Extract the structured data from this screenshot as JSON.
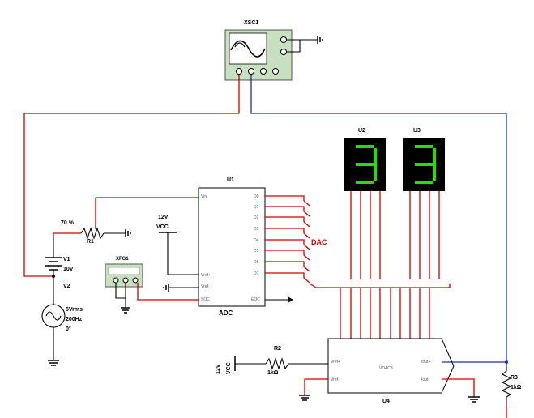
{
  "components": {
    "xsc1": {
      "label": "XSC1"
    },
    "u2": {
      "label": "U2",
      "digit": "3"
    },
    "u3": {
      "label": "U3",
      "digit": "3"
    },
    "u1": {
      "label": "U1",
      "title": "ADC",
      "left_pins": [
        "Vin",
        "Vref+",
        "Vref-",
        "SOC"
      ],
      "right_pins": [
        "D0",
        "D1",
        "D2",
        "D3",
        "D4",
        "D5",
        "D6",
        "D7",
        "EOC"
      ]
    },
    "dac_label": "DAC",
    "r1": {
      "label": "R1",
      "percent": "70 %"
    },
    "vcc1": {
      "volts": "12V",
      "name": "VCC"
    },
    "xfg1": {
      "label": "XFG1"
    },
    "v1": {
      "label": "V1",
      "value": "10V"
    },
    "v2": {
      "label": "V2",
      "line1": "5Vrms",
      "line2": "200Hz",
      "line3": "0°"
    },
    "r2": {
      "label": "R2",
      "value": "1kΩ"
    },
    "vcc2": {
      "volts": "12V",
      "name": "VCC"
    },
    "u4": {
      "label": "U4",
      "center": "VDAC8",
      "left_pins": [
        "Vref+",
        "Vref-"
      ],
      "right_pins": [
        "Iout+",
        "Iout-"
      ]
    },
    "r3": {
      "label": "R3",
      "value": "1kΩ"
    }
  },
  "colors": {
    "wire_red": "#d40000",
    "wire_blue": "#1a2fb0",
    "seg_on": "#22e000",
    "seg_bg": "#000000"
  }
}
